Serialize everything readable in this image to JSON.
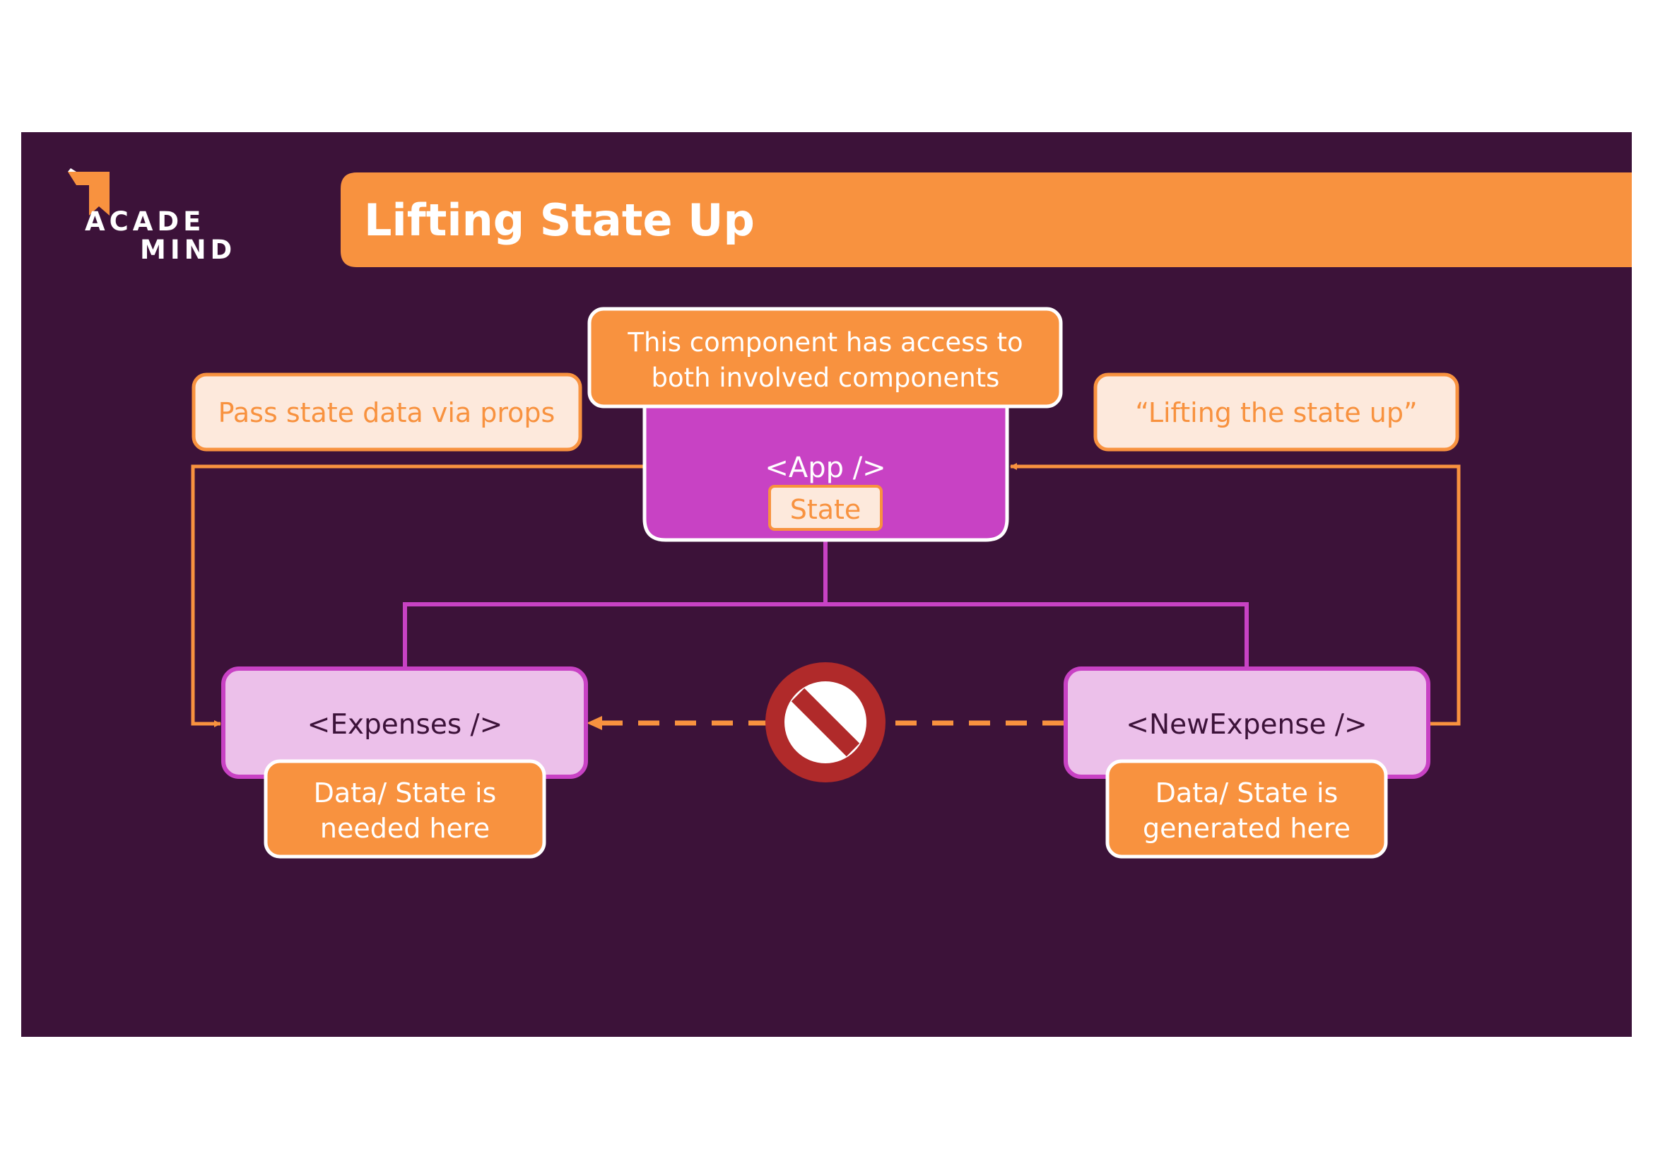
{
  "logo": {
    "line1": "ACADE",
    "line2": "MIND"
  },
  "title": "Lifting State Up",
  "app_note": {
    "line1": "This component has access to",
    "line2": "both involved components"
  },
  "props_note": "Pass state data via props",
  "lift_note": "“Lifting the state up”",
  "app": {
    "label": "<App />",
    "state": "State"
  },
  "expenses": {
    "label": "<Expenses />",
    "note1": "Data/ State is",
    "note2": "needed here"
  },
  "new_expense": {
    "label": "<NewExpense />",
    "note1": "Data/ State is",
    "note2": "generated here"
  },
  "colors": {
    "background": "#3c1239",
    "accent": "#f8923f",
    "light_note": "#fde9dc",
    "app_box": "#c842c4",
    "child_box": "#ecc0ea",
    "forbidden": "#b02a2a"
  }
}
